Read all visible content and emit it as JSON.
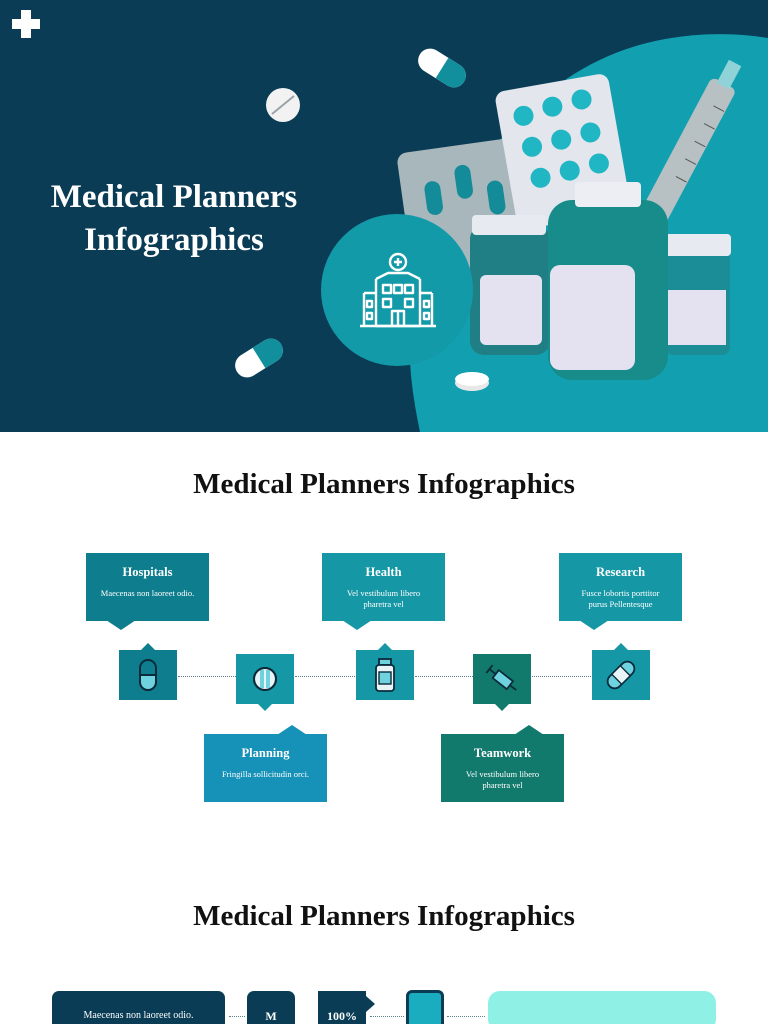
{
  "hero": {
    "title_line1": "Medical Planners",
    "title_line2": "Infographics"
  },
  "section1": {
    "title": "Medical Planners Infographics",
    "cards": [
      {
        "title": "Hospitals",
        "text": "Maecenas non laoreet odio."
      },
      {
        "title": "Health",
        "text": "Vel vestibulum libero pharetra vel"
      },
      {
        "title": "Research",
        "text": "Fusce lobortis porttitor purus Pellentesque"
      },
      {
        "title": "Planning",
        "text": "Fringilla sollicitudin orci."
      },
      {
        "title": "Teamwork",
        "text": "Vel vestibulum libero pharetra vel"
      }
    ],
    "icons": [
      "capsule-icon",
      "pill-tablet-icon",
      "medicine-bottle-icon",
      "syringe-icon",
      "bandage-icon"
    ]
  },
  "section2": {
    "title": "Medical Planners Infographics",
    "strip_text": "Maecenas non laoreet odio.",
    "letter": "M",
    "percent": "100%"
  },
  "colors": {
    "navy": "#0a3d55",
    "teal": "#0e7e8e",
    "teal_light": "#1597a6",
    "blue": "#1691b7",
    "green": "#12796d",
    "aqua": "#1aacbf",
    "mint": "#8ff0e6"
  }
}
